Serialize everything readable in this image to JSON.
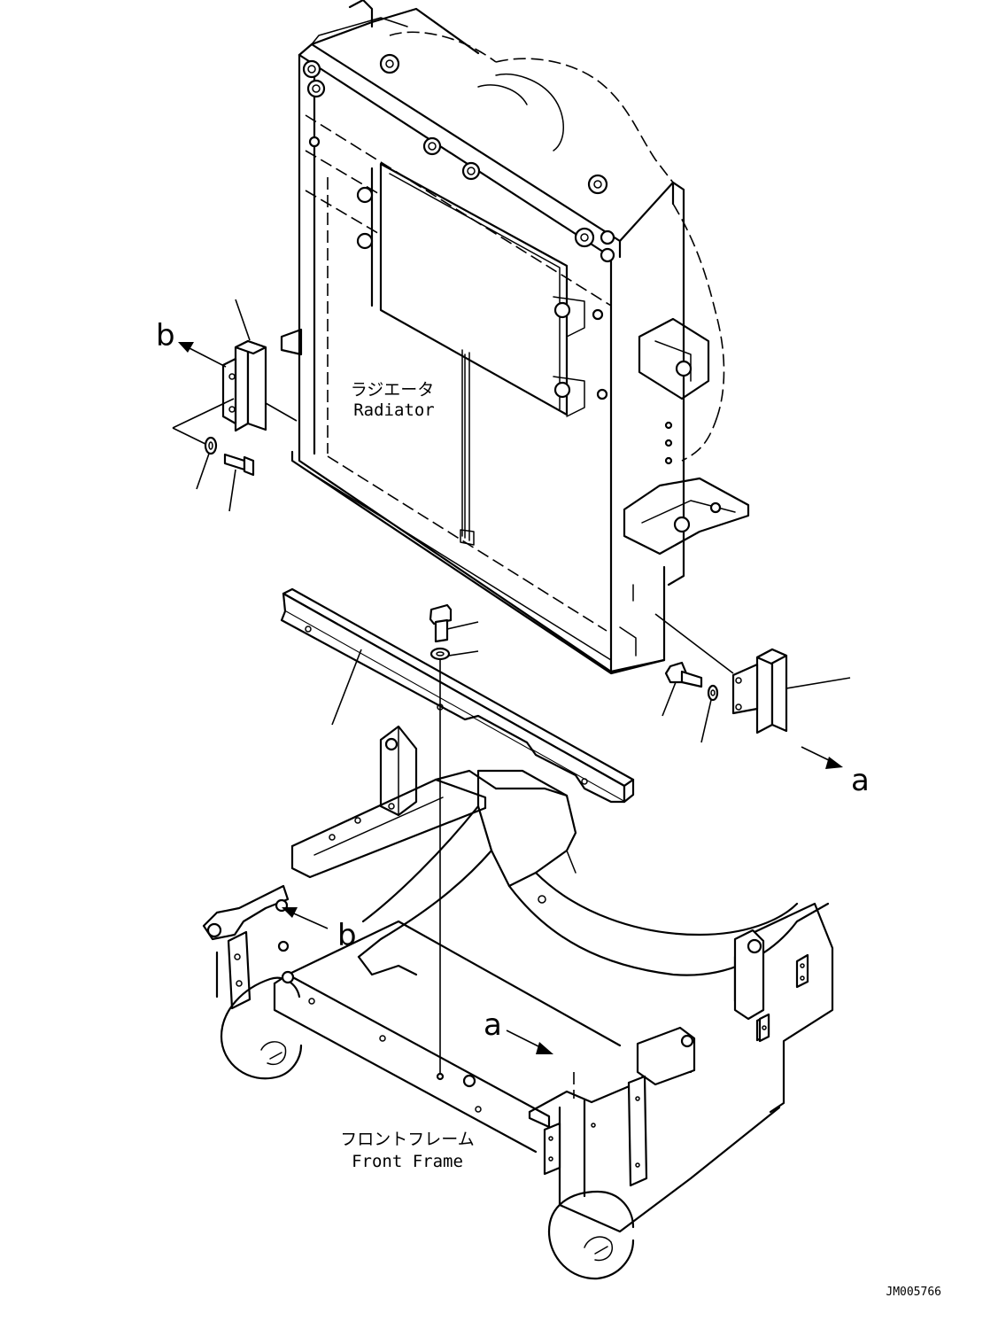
{
  "labels": {
    "radiator_jp": "ラジエータ",
    "radiator_en": "Radiator",
    "front_frame_jp": "フロントフレーム",
    "front_frame_en": "Front Frame",
    "view_a_top": "a",
    "view_b_top": "b",
    "view_a_bottom": "a",
    "view_b_bottom": "b",
    "drawing_code": "JM005766"
  },
  "icons": {
    "arrow": "arrow-icon",
    "bolt": "bolt-icon",
    "washer": "washer-icon"
  }
}
